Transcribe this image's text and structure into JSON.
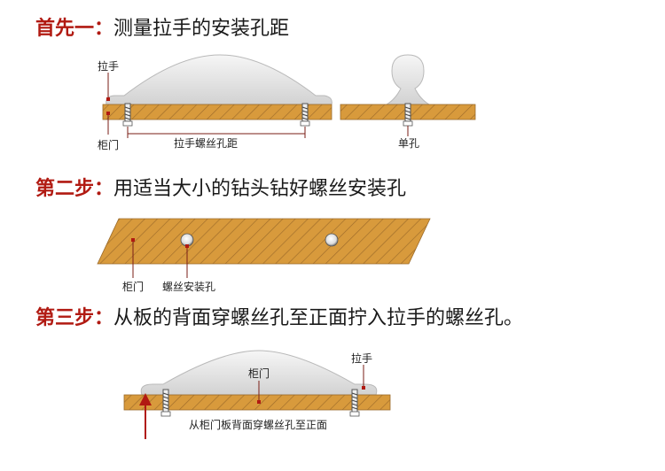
{
  "steps": [
    {
      "lead": "首先一：",
      "body": "测量拉手的安装孔距"
    },
    {
      "lead": "第二步：",
      "body": "用适当大小的钻头钻好螺丝安装孔"
    },
    {
      "lead": "第三步：",
      "body": "从板的背面穿螺丝孔至正面拧入拉手的螺丝孔。"
    }
  ],
  "labels": {
    "s1_handle": "拉手",
    "s1_door": "柜门",
    "s1_distance": "拉手螺丝孔距",
    "s1_single": "单孔",
    "s2_door": "柜门",
    "s2_hole": "螺丝安装孔",
    "s3_door": "柜门",
    "s3_handle": "拉手",
    "s3_caption": "从柜门板背面穿螺丝孔至正面"
  },
  "colors": {
    "accent": "#b11a12",
    "wood": "#d89a3c",
    "wood_hatch": "#8a5a22",
    "handle": "#e9e9e9",
    "handle_edge": "#b9b9b9",
    "leader": "#7a1e16"
  }
}
